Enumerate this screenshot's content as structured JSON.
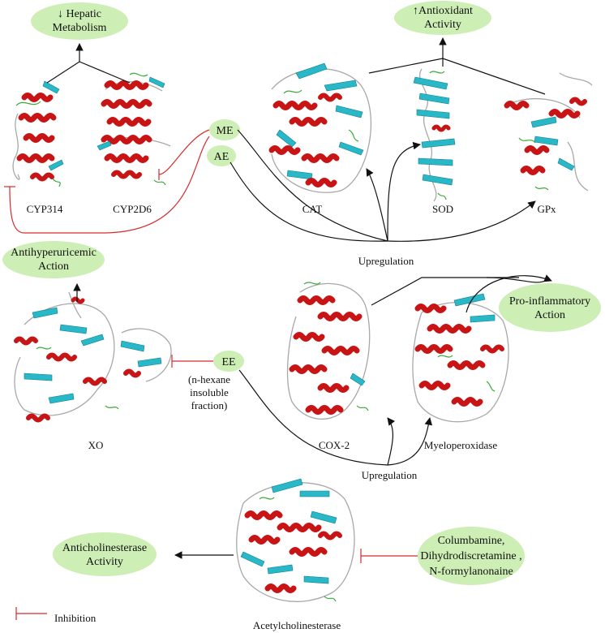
{
  "outcomes": {
    "hepatic": [
      "↓ Hepatic",
      "Metabolism"
    ],
    "antioxidant": [
      "↑Antioxidant",
      "Activity"
    ],
    "antihyperuricemic": [
      "Antihyperuricemic",
      "Action"
    ],
    "proinflammatory": [
      "Pro-inflammatory",
      "Action"
    ],
    "anticholinesterase": [
      "Anticholinesterase",
      "Activity"
    ]
  },
  "extracts": {
    "me": "ME",
    "ae": "AE",
    "ee": "EE",
    "ee_note": [
      "(n-hexane",
      "insoluble",
      "fraction)"
    ],
    "compounds": [
      "Columbamine,",
      "Dihydrodiscretamine ,",
      "N-formylanonaine"
    ]
  },
  "proteins": {
    "cyp314": "CYP314",
    "cyp2d6": "CYP2D6",
    "cat": "CAT",
    "sod": "SOD",
    "gpx": "GPx",
    "xo": "XO",
    "cox2": "COX-2",
    "mpo": "Myeloperoxidase",
    "ache": "Acetylcholinesterase"
  },
  "relations": {
    "upregulation_1": "Upregulation",
    "upregulation_2": "Upregulation"
  },
  "legend": {
    "inhibition": "Inhibition"
  },
  "colors": {
    "oval_fill": "#cdeeb4",
    "inhibition_line": "#d62b2b",
    "helix": "#c81414",
    "sheet": "#28b8c8",
    "coil": "#a8a8a8",
    "loop": "#3aaa3a"
  }
}
